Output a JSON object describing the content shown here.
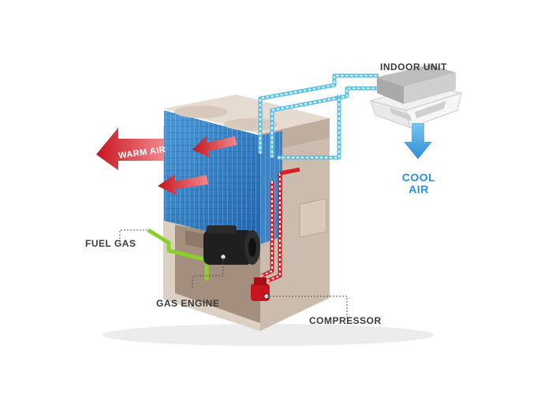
{
  "labels": {
    "indoor_unit": "INDOOR UNIT",
    "cool_air_line1": "COOL",
    "cool_air_line2": "AIR",
    "warm_air": "WARM AIR",
    "fuel_gas": "FUEL GAS",
    "gas_engine": "GAS ENGINE",
    "compressor": "COMPRESSOR"
  },
  "colors": {
    "cabinet": "#d9cbbe",
    "coil": "#2f7fc8",
    "warm_arrow": "#d8202a",
    "cool_arrow": "#3aa0dc",
    "cool_pipe": "#5bc3ea",
    "hot_pipe": "#d8202a",
    "gas_line": "#8ccf2a",
    "engine": "#1f1f1f"
  },
  "icons": [
    "warm-air-arrow",
    "cool-air-arrow",
    "indoor-unit-cassette",
    "gas-engine",
    "compressor"
  ]
}
